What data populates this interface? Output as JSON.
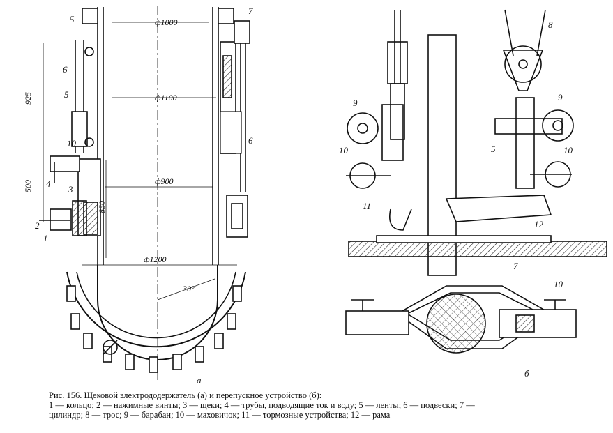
{
  "labels_a": {
    "d1000": "ф1000",
    "d1100": "ф1100",
    "d900": "ф900",
    "d1200": "ф1200",
    "h925": "925",
    "h500": "500",
    "h850": "850",
    "angle": "30°",
    "n1": "1",
    "n2": "2",
    "n3": "3",
    "n4": "4",
    "n5a": "5",
    "n5b": "5",
    "n6a": "6",
    "n6b": "6",
    "n7": "7",
    "n10": "10",
    "sub": "а"
  },
  "labels_b": {
    "n8": "8",
    "n9a": "9",
    "n9b": "9",
    "n10a": "10",
    "n10b": "10",
    "n10c": "10",
    "n11": "11",
    "n5": "5",
    "n12": "12",
    "n7": "7",
    "sub": "б"
  },
  "caption": {
    "line1": "Рис. 156. Щековой электрододержатель (а) и перепускное устройство (б):",
    "line2": "1 — кольцо;  2 — нажимные винты;  3 — щеки;  4 — трубы, подводящие ток и воду;  5 — ленты;  6 — подвески;  7 —",
    "line3": "цилиндр;  8 — трос;  9 — барабан;  10 — маховичок;  11 — тормозные устройства;  12 — рама"
  }
}
